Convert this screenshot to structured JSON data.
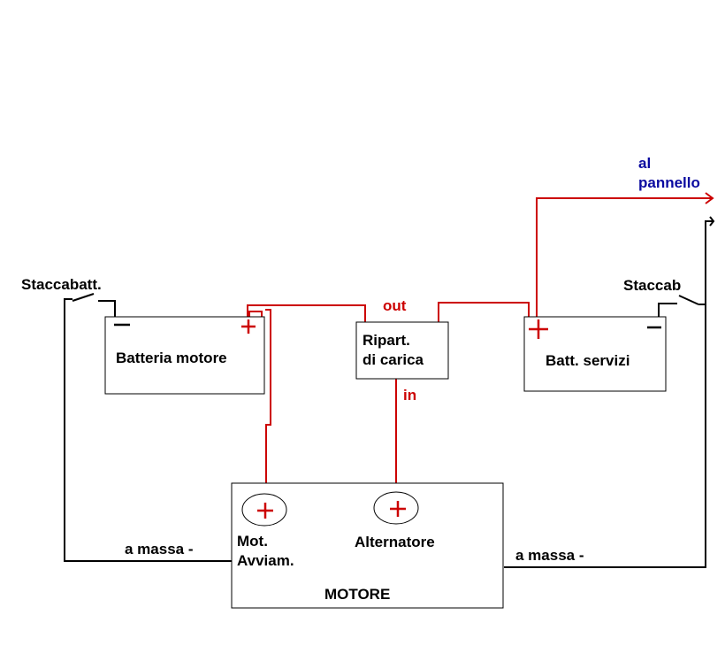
{
  "labels": {
    "staccabatt_left": "Staccabatt.",
    "staccab_right": "Staccab",
    "batteria_motore": "Batteria motore",
    "ripart_line1": "Ripart.",
    "ripart_line2": "di carica",
    "batt_servizi": "Batt. servizi",
    "out": "out",
    "in": "in",
    "al": "al",
    "pannello": "pannello",
    "mot": "Mot.",
    "avviam": "Avviam.",
    "alternatore": "Alternatore",
    "motore": "MOTORE",
    "a_massa_left": "a massa -",
    "a_massa_right": "a massa -"
  },
  "colors": {
    "positive_wire": "#cc0000",
    "ground_wire": "#000000",
    "panel_label": "#0a0aa0"
  }
}
